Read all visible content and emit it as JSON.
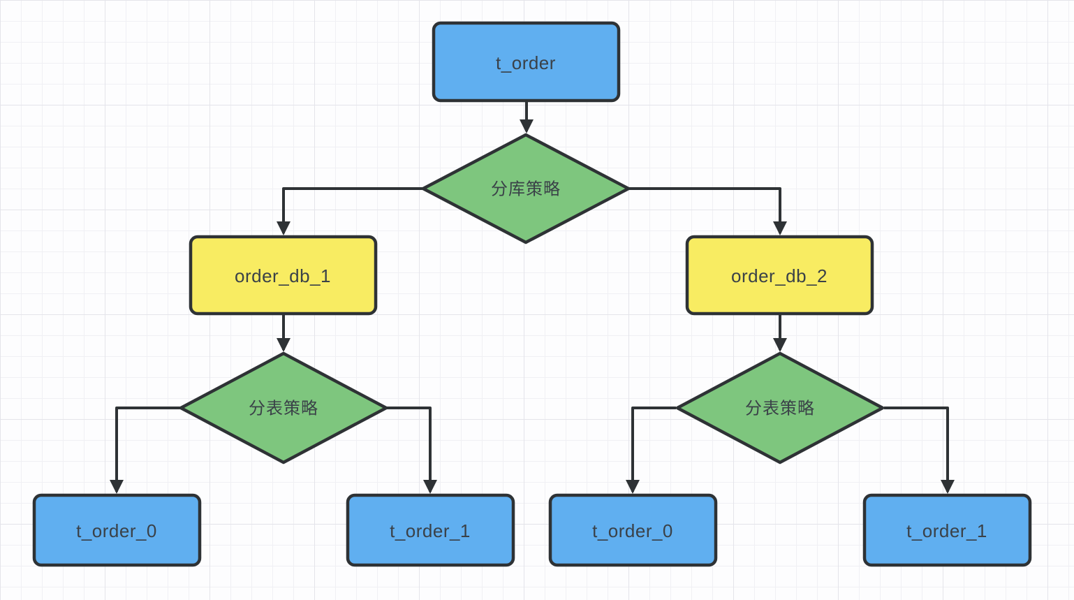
{
  "diagram": {
    "nodes": {
      "root": {
        "label": "t_order"
      },
      "db_strategy": {
        "label": "分库策略"
      },
      "db1": {
        "label": "order_db_1"
      },
      "db2": {
        "label": "order_db_2"
      },
      "table_strategy_left": {
        "label": "分表策略"
      },
      "table_strategy_right": {
        "label": "分表策略"
      },
      "db1_table0": {
        "label": "t_order_0"
      },
      "db1_table1": {
        "label": "t_order_1"
      },
      "db2_table0": {
        "label": "t_order_0"
      },
      "db2_table1": {
        "label": "t_order_1"
      }
    },
    "colors": {
      "table_fill": "#60aff0",
      "decision_fill": "#7ec67e",
      "database_fill": "#f8ec62",
      "stroke": "#2e3235",
      "text": "#3a4148"
    }
  }
}
